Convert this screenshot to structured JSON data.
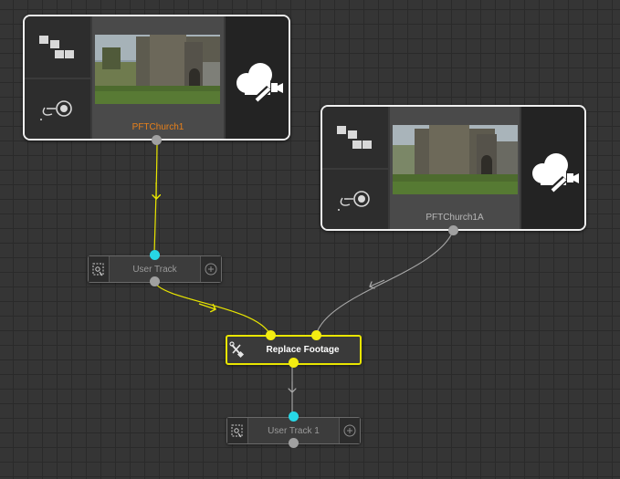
{
  "nodes": {
    "clip1": {
      "label": "PFTChurch1",
      "label_color": "#e8801a"
    },
    "clip2": {
      "label": "PFTChurch1A",
      "label_color": "#b8b8b8"
    },
    "user_track": {
      "label": "User Track"
    },
    "replace_footage": {
      "label": "Replace Footage"
    },
    "user_track_1": {
      "label": "User Track 1"
    }
  },
  "colors": {
    "selected_edge": "#e9e600",
    "edge": "#a8a8a8",
    "input_port_active": "#27d7e6",
    "port": "#a0a0a0",
    "port_selected": "#f3ec12"
  },
  "icons": {
    "mosaic": "mosaic-grid-icon",
    "track": "track-target-icon",
    "camera": "movie-camera-icon",
    "node_track": "user-track-node-icon",
    "plus": "add-plus-icon",
    "tools": "wrench-screwdriver-icon"
  }
}
